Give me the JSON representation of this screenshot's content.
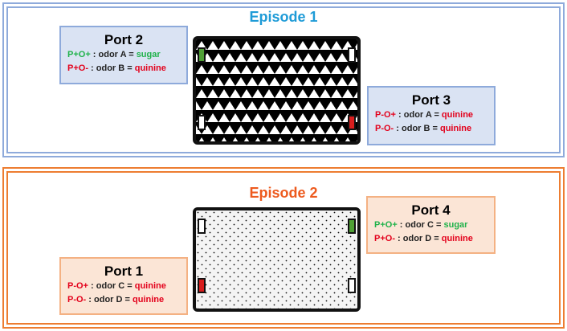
{
  "episodes": [
    {
      "title": "Episode 1",
      "color": "#1e9bd7",
      "border": "#8eaadb"
    },
    {
      "title": "Episode 2",
      "color": "#ed5a1e",
      "border": "#ed7d31"
    }
  ],
  "ports": {
    "port2": {
      "title": "Port 2",
      "line1": {
        "code": "P+O+",
        "text": " : odor  A = ",
        "value": "sugar"
      },
      "line2": {
        "code": "P+O-",
        "text": "  : odor B = ",
        "value": "quinine"
      }
    },
    "port3": {
      "title": "Port 3",
      "line1": {
        "code": "P-O+",
        "text": " : odor  A = ",
        "value": "quinine"
      },
      "line2": {
        "code": "P-O-",
        "text": "  : odor B = ",
        "value": "quinine"
      }
    },
    "port4": {
      "title": "Port 4",
      "line1": {
        "code": "P+O+",
        "text": " : odor  C = ",
        "value": "sugar"
      },
      "line2": {
        "code": "P+O-",
        "text": "  : odor D = ",
        "value": "quinine"
      }
    },
    "port1": {
      "title": "Port 1",
      "line1": {
        "code": "P-O+",
        "text": " : odor  C = ",
        "value": "quinine"
      },
      "line2": {
        "code": "P-O-",
        "text": "  : odor D = ",
        "value": "quinine"
      }
    }
  },
  "arenas": {
    "arena1": {
      "pattern": "triangles",
      "slots": {
        "top_left": "sugar",
        "top_right": "empty",
        "bottom_left": "empty",
        "bottom_right": "quinine"
      }
    },
    "arena2": {
      "pattern": "dots",
      "slots": {
        "top_left": "empty",
        "top_right": "sugar",
        "bottom_left": "quinine",
        "bottom_right": "empty"
      }
    }
  },
  "colors": {
    "sugar": "#1fb24a",
    "quinine": "#e3001b",
    "slot_green": "#4fa035",
    "slot_red": "#d81e1e"
  }
}
